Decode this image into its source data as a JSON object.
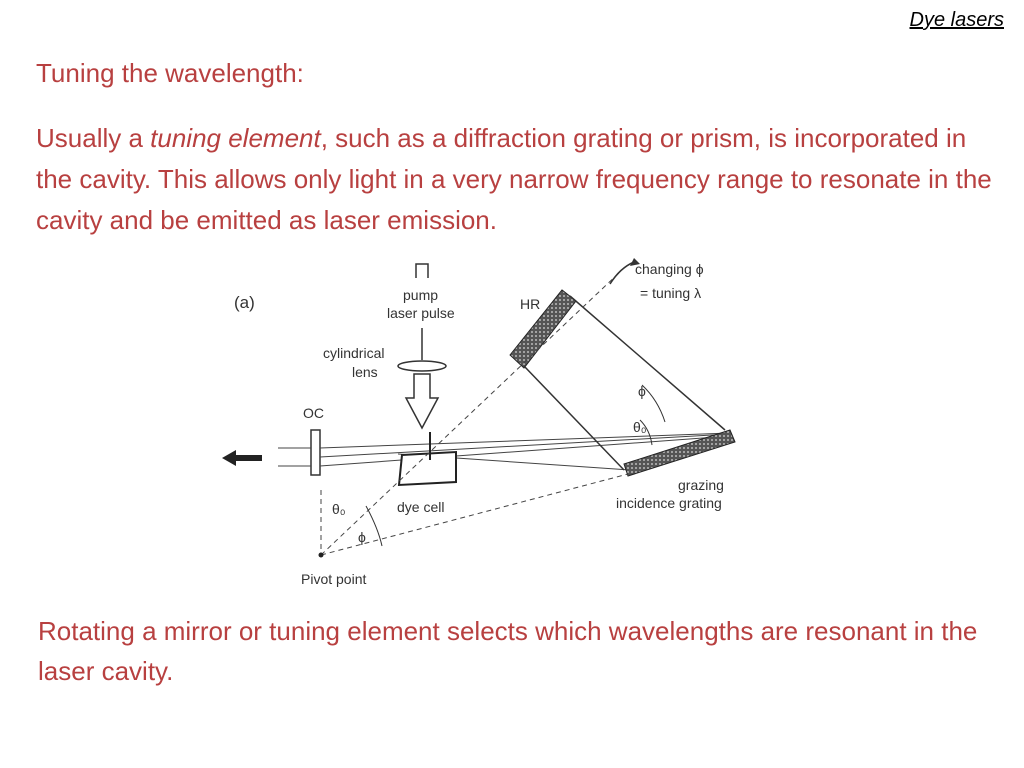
{
  "header": {
    "topic_link": "Dye lasers"
  },
  "slide": {
    "heading": "Tuning the wavelength:",
    "intro": {
      "before": "Usually a ",
      "emphasis": "tuning element",
      "after": ", such as a diffraction grating or prism, is incorporated in the cavity.  This allows only light in a very narrow frequency range to resonate in the cavity and be emitted as laser emission."
    },
    "footer": "Rotating a mirror or tuning element selects which wavelengths are resonant in the laser cavity."
  },
  "figure": {
    "panel_label": "(a)",
    "labels": {
      "pump": "pump",
      "laser_pulse": "laser pulse",
      "cylindrical": "cylindrical",
      "lens": "lens",
      "oc": "OC",
      "hr": "HR",
      "changing": "changing ϕ",
      "tuning": "= tuning λ",
      "phi": "ϕ",
      "theta0": "θ₀",
      "dye_cell": "dye cell",
      "grazing": "grazing",
      "incidence_grating": "incidence grating",
      "pivot_point": "Pivot point"
    }
  },
  "colors": {
    "accent": "#b84040",
    "text": "#000000",
    "diagram": "#333333"
  }
}
